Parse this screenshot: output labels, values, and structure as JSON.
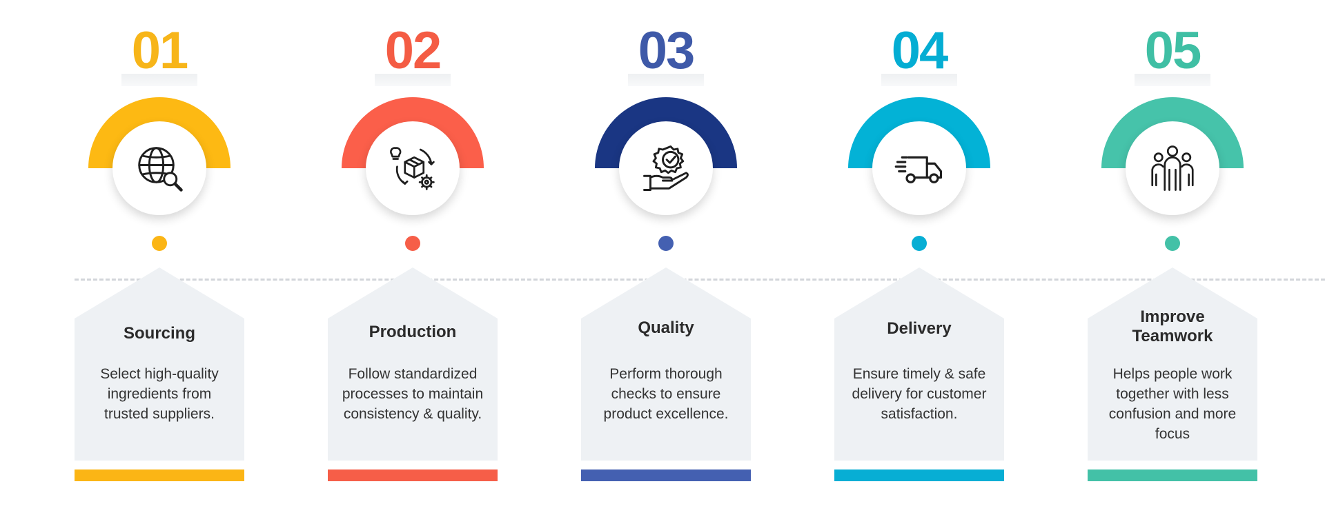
{
  "colors": {
    "card_bg": "#eef1f4",
    "dashed_line": "#d2d5da",
    "title_text": "#2b2b2b",
    "desc_text": "#333333"
  },
  "steps": [
    {
      "number": "01",
      "title": "Sourcing",
      "description": "Select high-quality ingredients from trusted suppliers.",
      "icon": "globe-search-icon",
      "number_color": "#f7b519",
      "arch_color": "#fdb913",
      "dot_color": "#fbb515",
      "bar_color": "#fbb515"
    },
    {
      "number": "02",
      "title": "Production",
      "description": "Follow standardized processes to maintain consistency & quality.",
      "icon": "production-cycle-icon",
      "number_color": "#f45c44",
      "arch_color": "#fb5f4a",
      "dot_color": "#f65e48",
      "bar_color": "#f65e48"
    },
    {
      "number": "03",
      "title": "Quality",
      "description": "Perform thorough checks to ensure product excellence.",
      "icon": "quality-badge-hand-icon",
      "number_color": "#3e59a8",
      "arch_color": "#1a3683",
      "dot_color": "#4460b1",
      "bar_color": "#4460b1"
    },
    {
      "number": "04",
      "title": "Delivery",
      "description": "Ensure timely & safe delivery for customer satisfaction.",
      "icon": "delivery-truck-icon",
      "number_color": "#04add3",
      "arch_color": "#03b2d6",
      "dot_color": "#07aed4",
      "bar_color": "#07aed4"
    },
    {
      "number": "05",
      "title": "Improve Teamwork",
      "description": "Helps people work together with less confusion and more focus",
      "icon": "team-group-icon",
      "number_color": "#3fbfa4",
      "arch_color": "#46c3aa",
      "dot_color": "#43c1a7",
      "bar_color": "#43c1a7"
    }
  ]
}
